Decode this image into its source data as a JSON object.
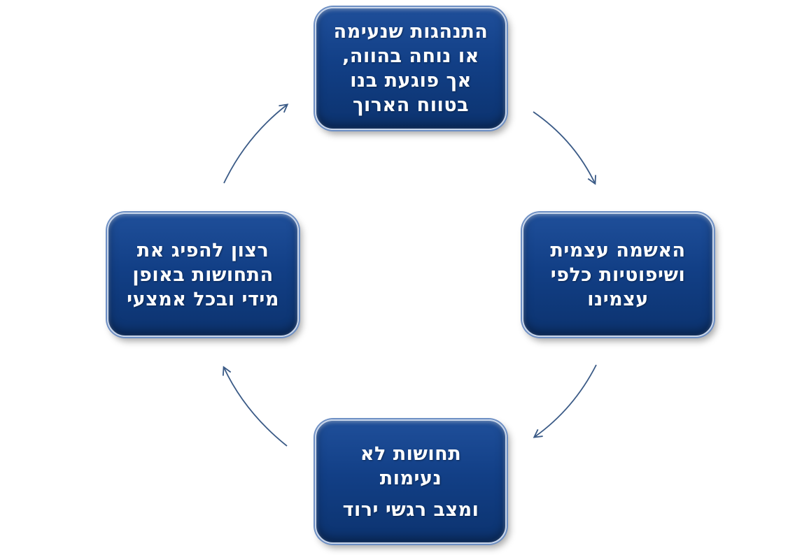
{
  "colors": {
    "box_fill": "#123f86",
    "box_border": "#c9d6ea",
    "arrow": "#3a5a86",
    "text": "#ffffff"
  },
  "nodes": [
    {
      "id": "top",
      "lines": [
        "התנהגות שנעימה",
        "או נוחה בהווה,",
        "אך פוגעת בנו",
        "בטווח הארוך"
      ]
    },
    {
      "id": "right",
      "lines": [
        "האשמה עצמית",
        "ושיפוטיות כלפי",
        "עצמינו"
      ]
    },
    {
      "id": "bottom",
      "lines": [
        "תחושות לא",
        "נעימות",
        "ומצב רגשי ירוד"
      ]
    },
    {
      "id": "left",
      "lines": [
        "רצון להפיג את",
        "התחושות באופן",
        "מידי ובכל אמצעי"
      ]
    }
  ],
  "edges": [
    {
      "from": "top",
      "to": "right"
    },
    {
      "from": "right",
      "to": "bottom"
    },
    {
      "from": "bottom",
      "to": "left"
    },
    {
      "from": "left",
      "to": "top"
    }
  ]
}
